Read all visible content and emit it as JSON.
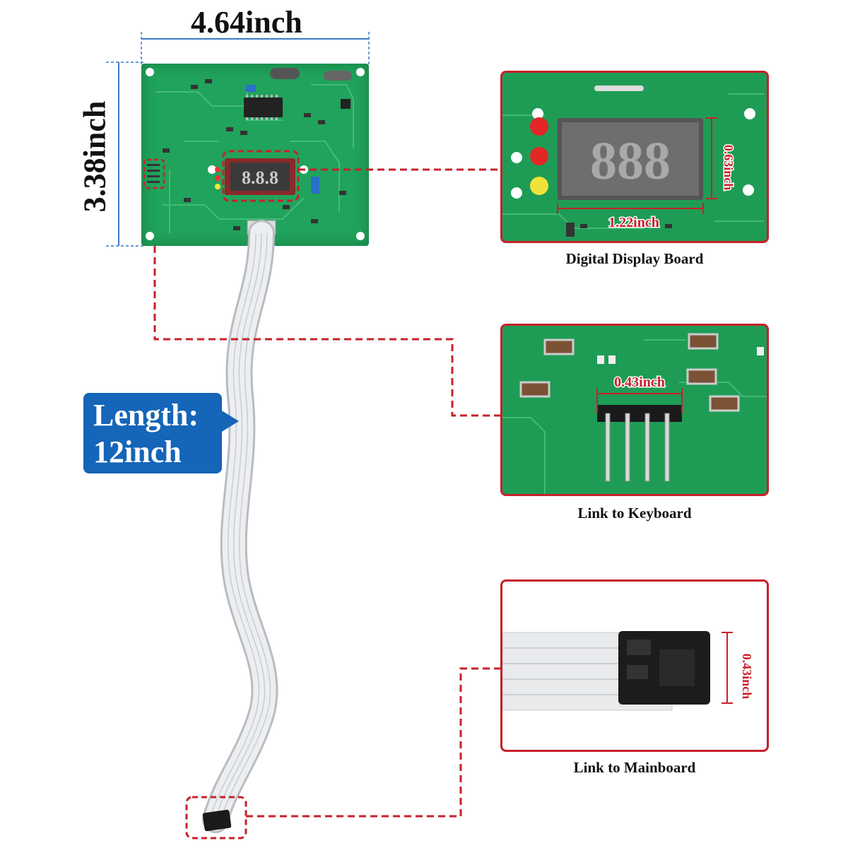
{
  "dimensions": {
    "width": "4.64inch",
    "height": "3.38inch"
  },
  "length_callout": {
    "line1": "Length:",
    "line2": "12inch"
  },
  "panels": [
    {
      "caption": "Digital Display Board",
      "measurements": [
        "0.63inch",
        "1.22inch"
      ],
      "display_digits": "888"
    },
    {
      "caption": "Link to Keyboard",
      "measurements": [
        "0.43inch"
      ]
    },
    {
      "caption": "Link to Mainboard",
      "measurements": [
        "0.43inch"
      ]
    }
  ],
  "colors": {
    "pcb_green": "#1fa35a",
    "accent_red": "#c8202a",
    "callout_blue": "#1565b8",
    "dimension_blue": "#3a7cc4"
  }
}
